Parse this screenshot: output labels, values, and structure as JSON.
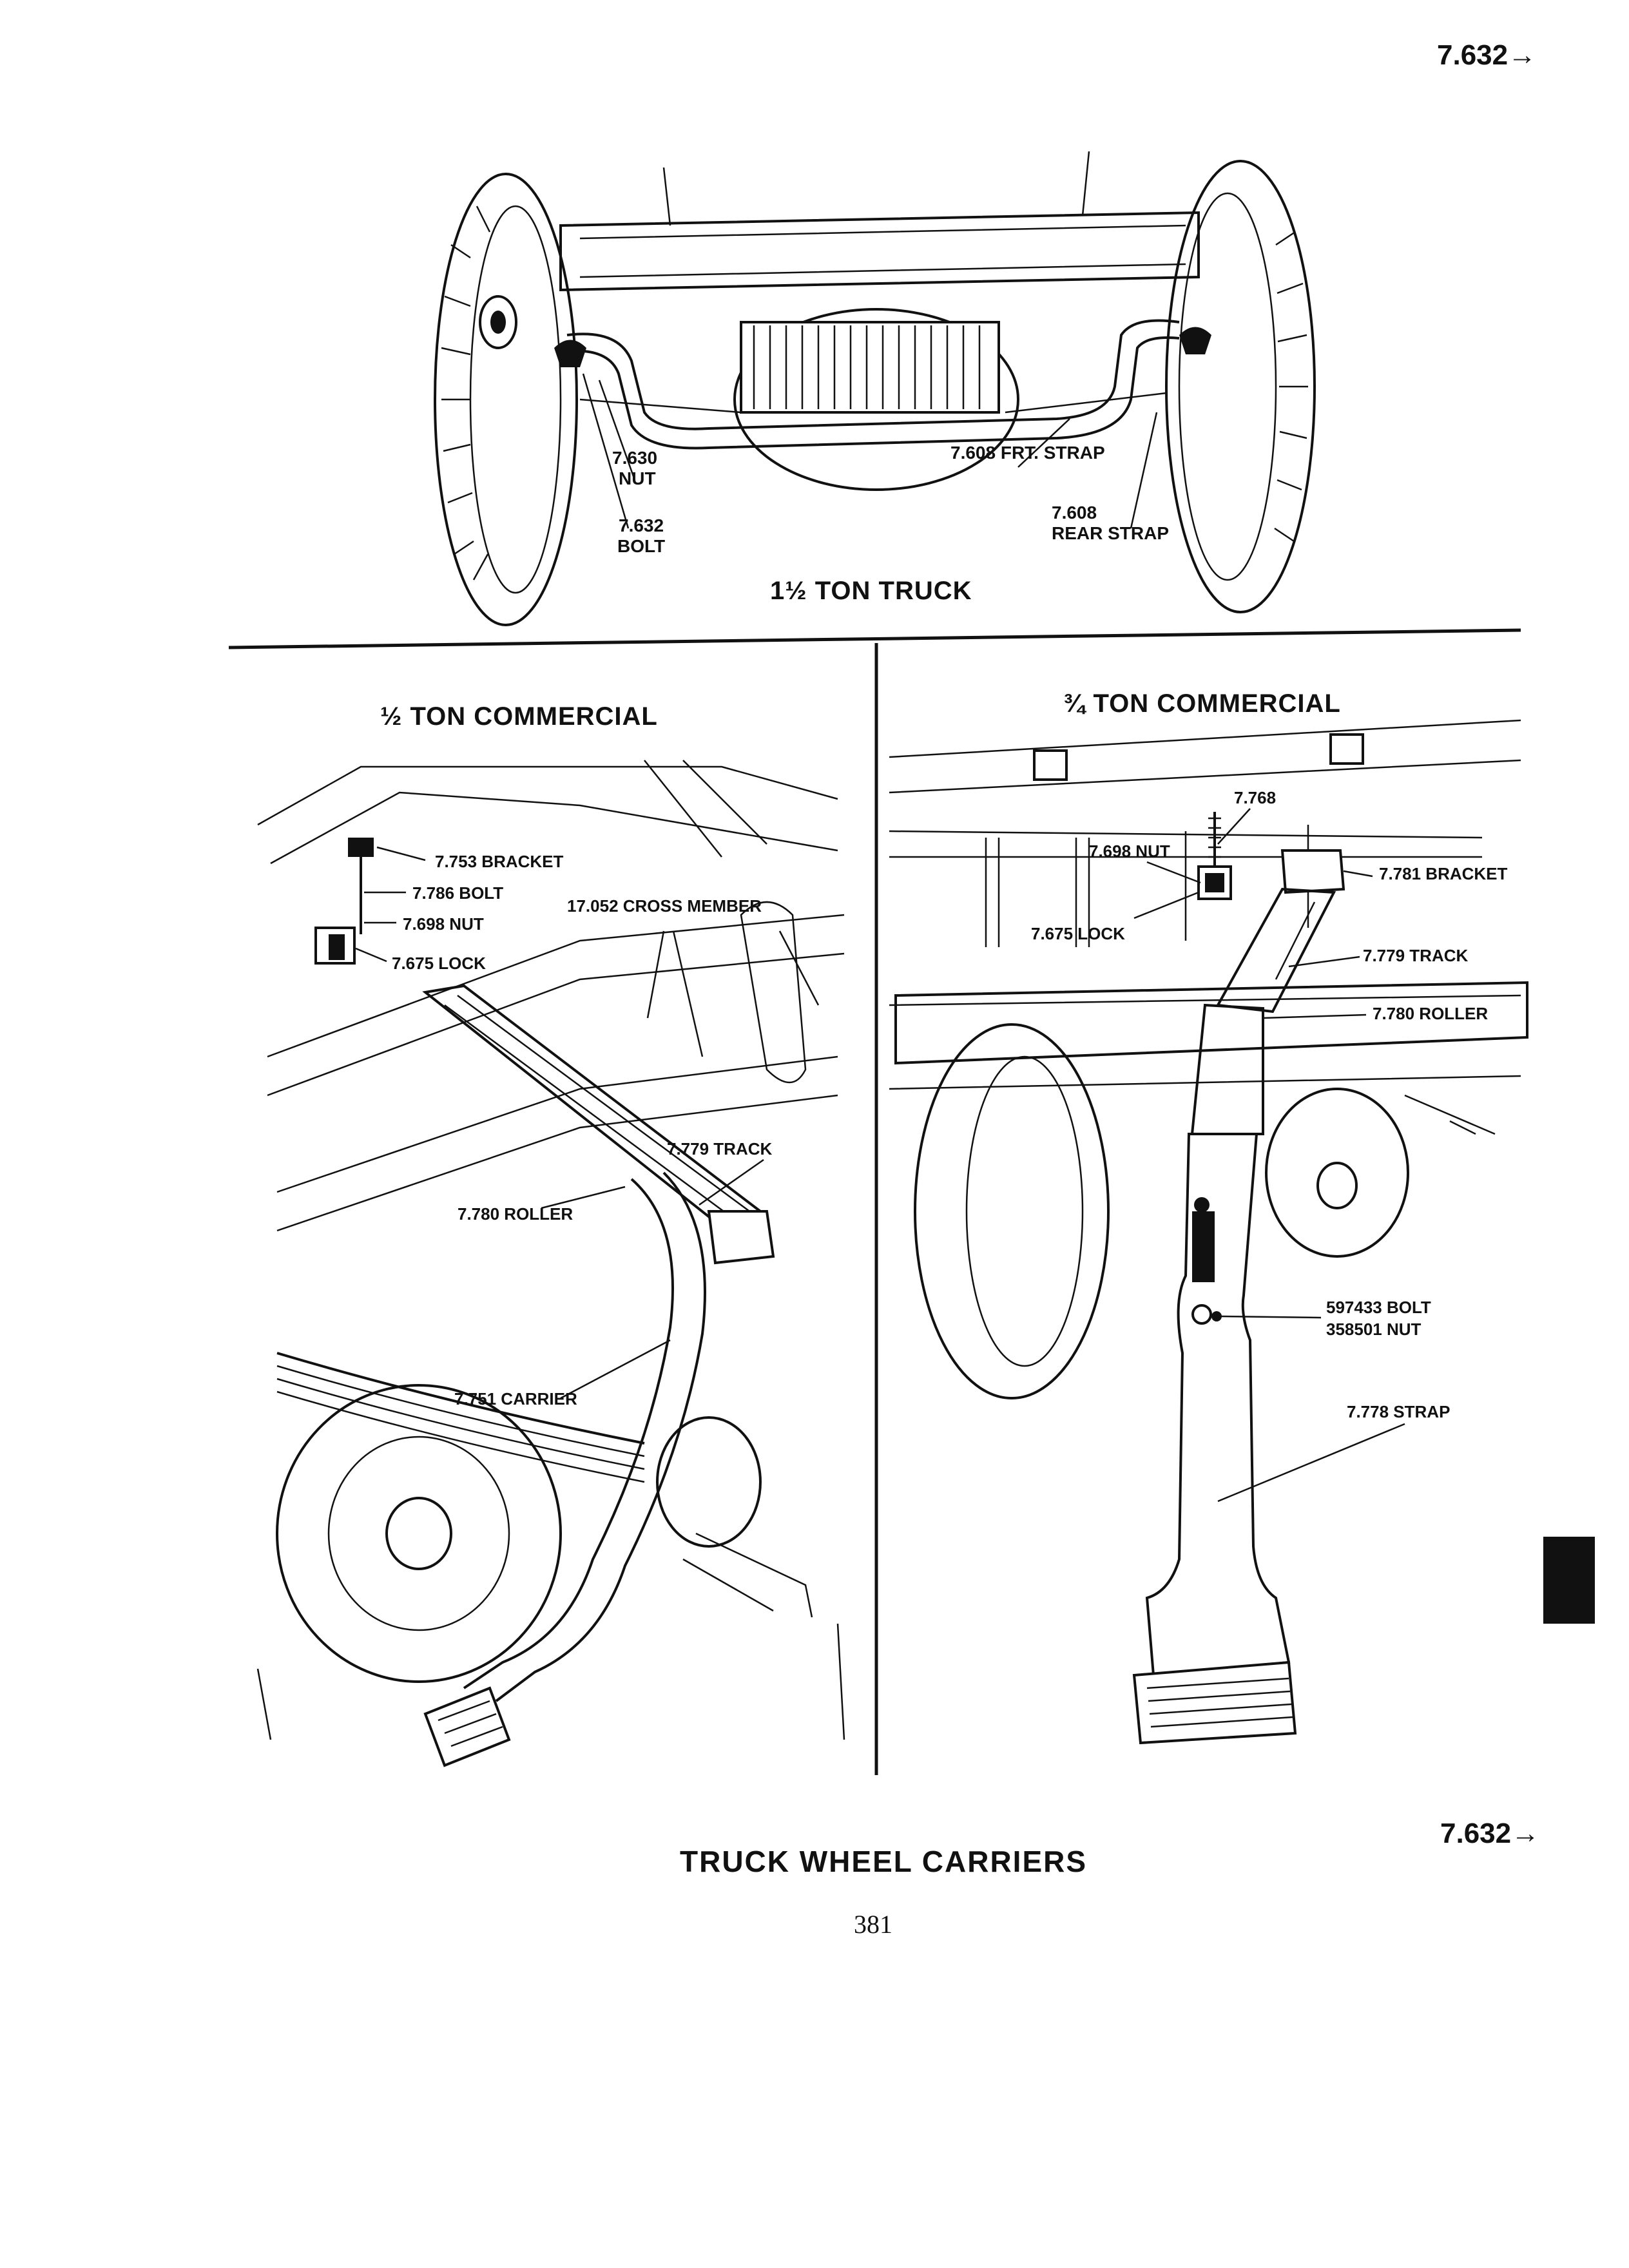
{
  "page": {
    "ref_top": "7.632→",
    "ref_bottom": "7.632→",
    "caption": "TRUCK WHEEL CARRIERS",
    "page_number": "381"
  },
  "panels": {
    "top": {
      "title": "1½ TON TRUCK",
      "labels": {
        "nut_num": "7.630",
        "nut_txt": "NUT",
        "bolt_num": "7.632",
        "bolt_txt": "BOLT",
        "front_strap": "7.608 FRT. STRAP",
        "rear_num": "7.608",
        "rear_txt": "REAR STRAP"
      }
    },
    "left": {
      "title": "½ TON COMMERCIAL",
      "labels": {
        "bracket": "7.753 BRACKET",
        "bolt": "7.786 BOLT",
        "nut": "7.698 NUT",
        "lock": "7.675 LOCK",
        "cross_member": "17.052 CROSS MEMBER",
        "track": "7.779 TRACK",
        "roller": "7.780 ROLLER",
        "carrier": "7.751 CARRIER"
      }
    },
    "right": {
      "title": "¾ TON COMMERCIAL",
      "labels": {
        "part_768": "7.768",
        "nut": "7.698 NUT",
        "bracket": "7.781 BRACKET",
        "lock": "7.675 LOCK",
        "track": "7.779 TRACK",
        "roller": "7.780 ROLLER",
        "bolt": "597433 BOLT",
        "nut2": "358501 NUT",
        "strap": "7.778 STRAP"
      }
    }
  }
}
